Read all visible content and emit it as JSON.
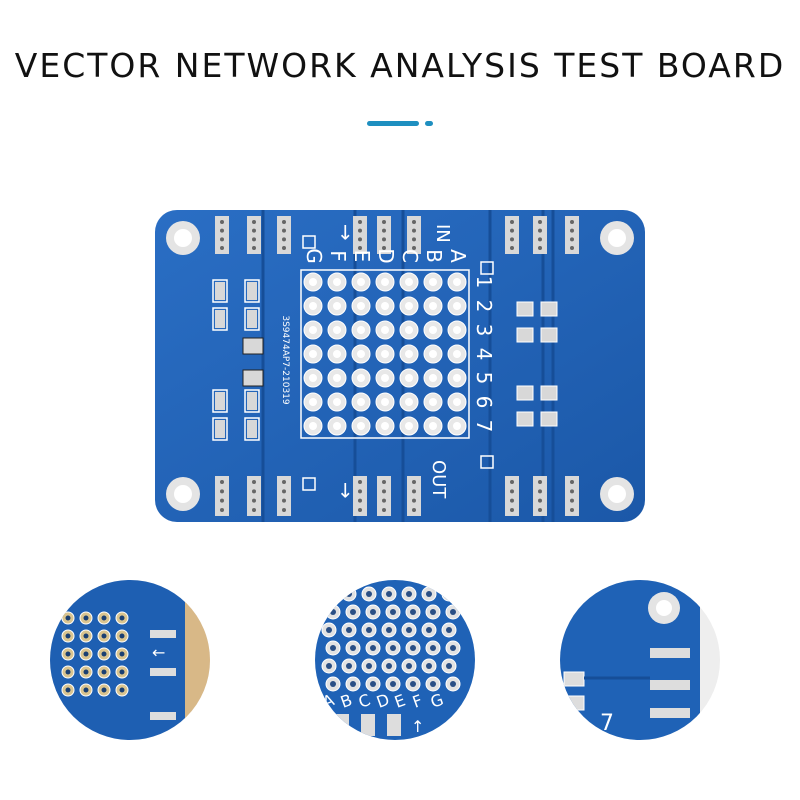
{
  "page": {
    "title": "VECTOR NETWORK ANALYSIS TEST BOARD",
    "accent_color": "#1e8fc0"
  },
  "board": {
    "color": "#1d5fb5",
    "silk_color": "#ffffff",
    "pad_color": "#d8d8d8",
    "label_in": "IN",
    "label_out": "OUT",
    "column_letters": [
      "A",
      "B",
      "C",
      "D",
      "E",
      "F",
      "G"
    ],
    "row_numbers": [
      "1",
      "2",
      "3",
      "4",
      "5",
      "6",
      "7"
    ],
    "serial": "3S9474AP7-210319",
    "arrow_glyph": "→"
  },
  "details": [
    {
      "name": "detail-grid-corner",
      "arrow_glyph": "←"
    },
    {
      "name": "detail-hole-matrix",
      "letters": [
        "A",
        "B",
        "C",
        "D",
        "E",
        "F",
        "G"
      ],
      "arrow_glyph": "↑"
    },
    {
      "name": "detail-mount-hole",
      "row_numbers": [
        "7"
      ]
    }
  ]
}
